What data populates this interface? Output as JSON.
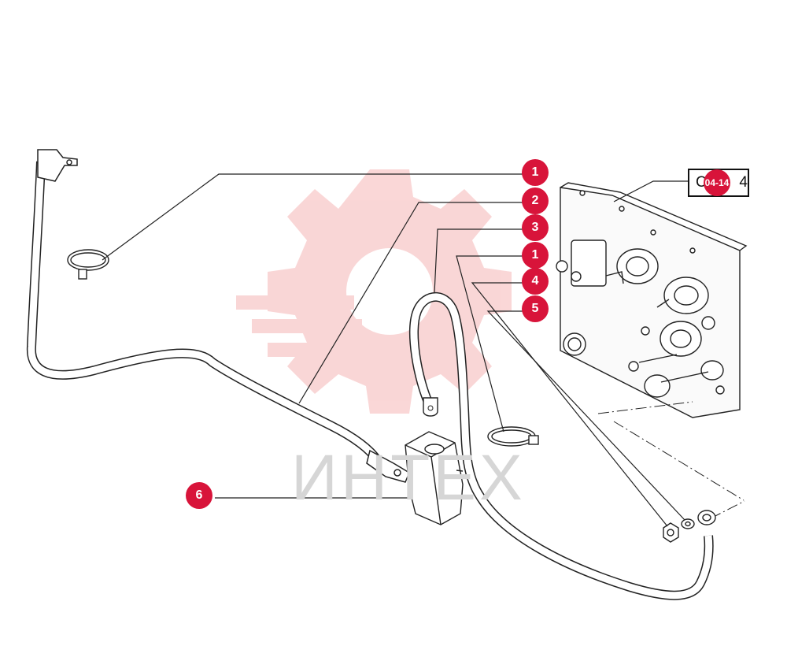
{
  "diagram": {
    "reference": {
      "code": "C04-14",
      "leading_letter": "C",
      "trailing_digit": "4",
      "badge": "04-14"
    },
    "callouts": [
      {
        "label": "1",
        "part": "tie-strap-upper"
      },
      {
        "label": "2",
        "part": "cable-long"
      },
      {
        "label": "3",
        "part": "cable-short-loop"
      },
      {
        "label": "1",
        "part": "tie-strap-lower"
      },
      {
        "label": "4",
        "part": "nut"
      },
      {
        "label": "5",
        "part": "washer"
      },
      {
        "label": "6",
        "part": "protective-cap"
      }
    ],
    "watermark": "ИНТЕХ",
    "colors": {
      "callout": "#d8143a",
      "line": "#111111",
      "watermark": "#f3b8b8"
    }
  }
}
